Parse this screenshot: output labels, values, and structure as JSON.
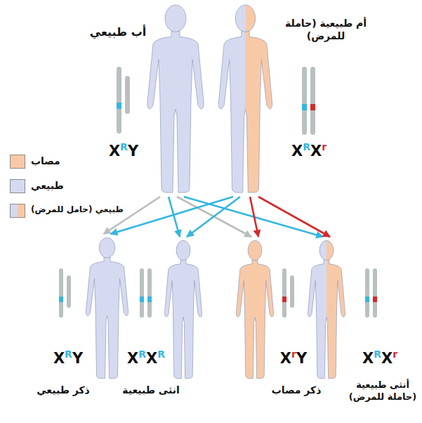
{
  "diagram": {
    "nodes": [
      {
        "text": [
          "أب طبيعي",
          "XRY"
        ]
      },
      {
        "text": [
          "أم طبيعية (حاملة للمرض)",
          "XRXr"
        ]
      },
      {
        "text": [
          "ذكر طبيعي",
          "XRY"
        ]
      },
      {
        "text": [
          "انثى طبيعية",
          "XRXR"
        ]
      },
      {
        "text": [
          "ذكر مصاب",
          "XrY"
        ]
      },
      {
        "text": [
          "أنثى طبيعية (حاملة للمرض)",
          "XRXr"
        ]
      }
    ],
    "edges": [
      {
        "from": 0,
        "to": 2,
        "arrow": "to"
      },
      {
        "from": 0,
        "to": 3,
        "arrow": "to"
      },
      {
        "from": 0,
        "to": 4,
        "arrow": "to"
      },
      {
        "from": 0,
        "to": 5,
        "arrow": "to"
      },
      {
        "from": 1,
        "to": 2,
        "arrow": "to"
      },
      {
        "from": 1,
        "to": 3,
        "arrow": "to"
      },
      {
        "from": 1,
        "to": 4,
        "arrow": "to"
      },
      {
        "from": 1,
        "to": 5,
        "arrow": "to"
      }
    ],
    "legend": [
      {
        "text": "مصاب",
        "color": "#f8c9a7"
      },
      {
        "text": "طبيعي",
        "color": "#d5daf0"
      },
      {
        "text": "طبيعي (حامل للمرض)"
      }
    ]
  }
}
